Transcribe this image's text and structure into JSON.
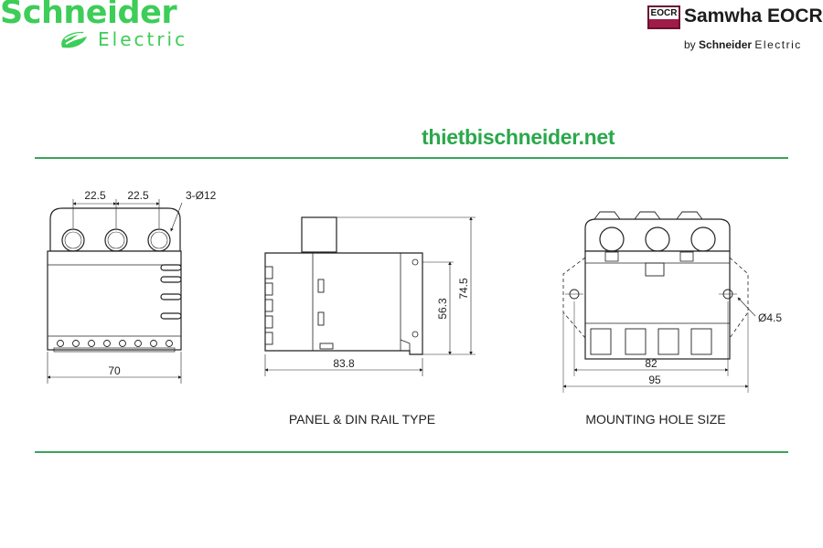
{
  "header": {
    "brand_name": "Schneider",
    "brand_sub": "Electric",
    "partner_badge": "EOCR",
    "partner_name": "Samwha EOCR",
    "partner_by": "by",
    "partner_by_brand": "Schneider",
    "partner_by_sub": "Electric",
    "brand_color": "#3dcd58"
  },
  "site_url": "thietbischneider.net",
  "figures": {
    "front": {
      "pitch_left": "22.5",
      "pitch_right": "22.5",
      "holes": "3-Ø12",
      "width": "70"
    },
    "side": {
      "depth": "83.8",
      "height_inner": "56.3",
      "height_total": "74.5",
      "caption": "PANEL & DIN RAIL TYPE"
    },
    "mount": {
      "hole_dia": "Ø4.5",
      "hole_pitch": "82",
      "width_total": "95",
      "caption": "MOUNTING HOLE SIZE"
    }
  }
}
